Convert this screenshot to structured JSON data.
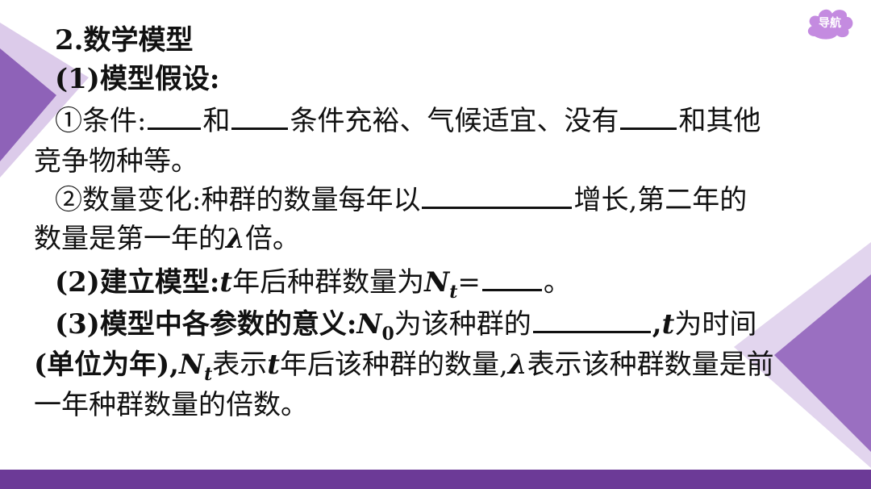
{
  "nav": {
    "label": "导航"
  },
  "colors": {
    "accent": "#6c3a97",
    "triangle_light": "#d9c9e9",
    "triangle_dark": "#8a5db6"
  },
  "lines": {
    "l1": "2.数学模型",
    "l2": "(1)模型假设:",
    "l3": {
      "a": "①条件:",
      "b": "和",
      "c": "条件充裕、气候适宜、没有",
      "d": "和其他"
    },
    "l4": "竞争物种等。",
    "l5": {
      "a": "②数量变化:种群的数量每年以",
      "b": "增长,第二年的"
    },
    "l6": {
      "a": "数量是第一年的",
      "lambda": "λ",
      "b": "倍。"
    },
    "l7": {
      "a": "(2)建立模型:",
      "t": "t",
      "b": "年后种群数量为",
      "N": "N",
      "sub": "t",
      "eq": "=",
      "end": "。"
    },
    "l8": {
      "a": "(3)模型中各参数的意义:",
      "N": "N",
      "sub": "0",
      "b": "为该种群的",
      "c": ",",
      "t": "t",
      "d": "为时间"
    },
    "l9": {
      "a": "(单位为年),",
      "N": "N",
      "sub": "t",
      "b": "表示",
      "t": "t",
      "c": "年后该种群的数量,",
      "lambda": "λ",
      "d": "表示该种群数量是前"
    },
    "l10": "一年种群数量的倍数。"
  }
}
